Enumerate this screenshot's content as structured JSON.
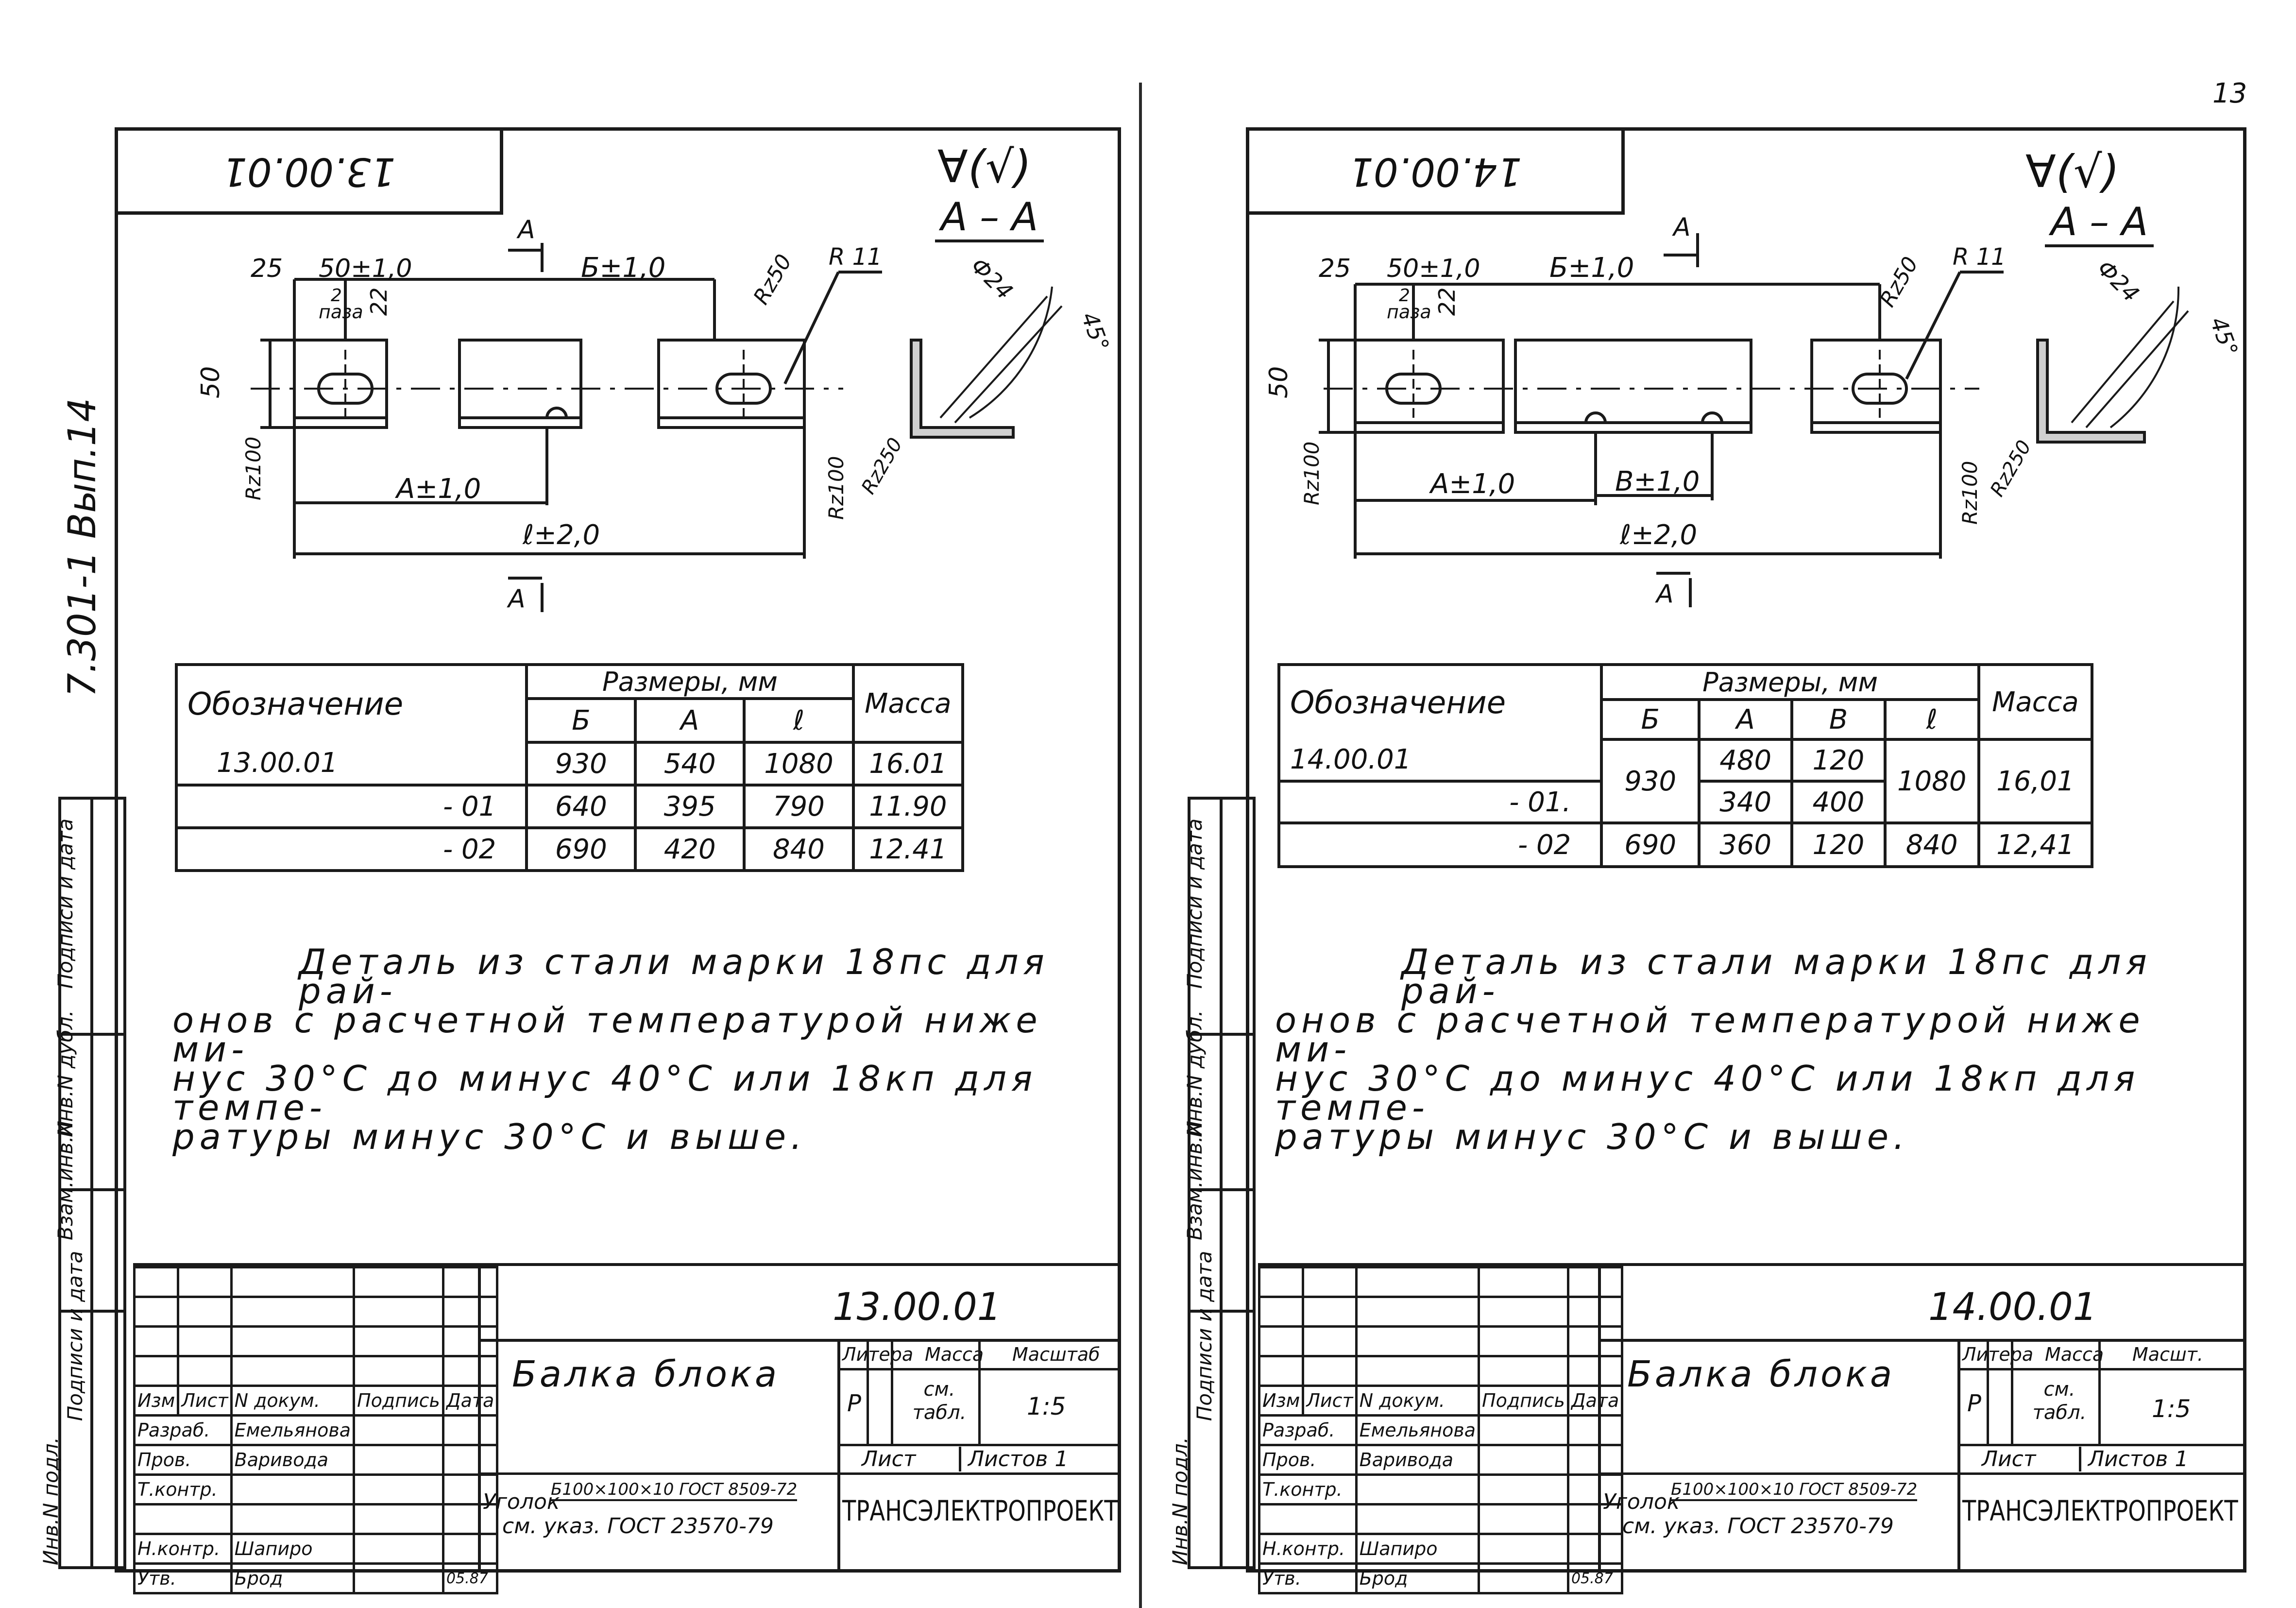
{
  "page_number": "13",
  "series_label": "7.301-1 Вып.14",
  "side_stamp": [
    "Подписи и дата",
    "Инв.N дубл.",
    "Взам.инв.N",
    "Подписи и дата",
    "Инв.N подл."
  ],
  "left": {
    "code_flipped": "13.00.01",
    "roughness": "∀(√)",
    "section": "А – А",
    "dims": {
      "d25": "25",
      "slot_pitch": "50±1,0",
      "half": "2",
      "paza": "паза",
      "d22": "22",
      "B": "Б±1,0",
      "rz50": "Rz50",
      "r11": "R 11",
      "d50": "50",
      "phi24": "Ф24",
      "deg45": "45°",
      "rz100a": "Rz100",
      "rz100b": "Rz100",
      "rz250": "Rz250",
      "A": "А±1,0",
      "L": "ℓ±2,0",
      "secA": "А",
      "secA2": "А"
    },
    "table": {
      "headers": [
        "Обозначение",
        "Размеры, мм",
        "Масса"
      ],
      "sub_headers": [
        "Б",
        "А",
        "ℓ"
      ],
      "rows": [
        {
          "name": "13.00.01",
          "b": "930",
          "a": "540",
          "l": "1080",
          "m": "16.01"
        },
        {
          "name": "- 01",
          "b": "640",
          "a": "395",
          "l": "790",
          "m": "11.90"
        },
        {
          "name": "- 02",
          "b": "690",
          "a": "420",
          "l": "840",
          "m": "12.41"
        }
      ]
    },
    "note": [
      "Деталь из стали марки 18пс для рай-",
      "онов с расчетной температурой ниже ми-",
      "нус 30°С до минус 40°С или 18кп для темпе-",
      "ратуры минус 30°С и выше."
    ],
    "title_block": {
      "code": "13.00.01",
      "name": "Балка блока",
      "columns": [
        "Изм",
        "Лист",
        "N докум.",
        "Подпись",
        "Дата"
      ],
      "people": [
        {
          "role": "Разраб.",
          "name": "Емельянова"
        },
        {
          "role": "Пров.",
          "name": "Варивода"
        },
        {
          "role": "Т.контр.",
          "name": ""
        },
        {
          "role": "",
          "name": ""
        },
        {
          "role": "Н.контр.",
          "name": "Шапиро"
        },
        {
          "role": "Утв.",
          "name": "Брод",
          "date": "05.87"
        }
      ],
      "litera": "Литера",
      "mass": "Масса",
      "scale": "Масштаб",
      "litera_val": "Р",
      "mass_val": "см. табл.",
      "scale_val": "1:5",
      "sheet": "Лист",
      "sheets": "Листов 1",
      "material_line1": "Уголок",
      "material_frac": "Б100×100×10 ГОСТ 8509-72",
      "material_line2": "см. указ. ГОСТ 23570-79",
      "org": "ТРАНСЭЛЕКТРОПРОЕКТ"
    }
  },
  "right": {
    "code_flipped": "14.00.01",
    "roughness": "∀(√)",
    "section": "А – А",
    "dims": {
      "d25": "25",
      "slot_pitch": "50±1,0",
      "half": "2",
      "paza": "паза",
      "d22": "22",
      "B": "Б±1,0",
      "rz50": "Rz50",
      "r11": "R 11",
      "d50": "50",
      "phi24": "Ф24",
      "deg45": "45°",
      "rz100a": "Rz100",
      "rz100b": "Rz100",
      "rz250": "Rz250",
      "A": "А±1,0",
      "V": "В±1,0",
      "L": "ℓ±2,0",
      "secA": "А",
      "secA2": "А"
    },
    "table": {
      "headers": [
        "Обозначение",
        "Размеры, мм",
        "Масса"
      ],
      "sub_headers": [
        "Б",
        "А",
        "В",
        "ℓ"
      ],
      "rows": [
        {
          "name": "14.00.01",
          "a": "480",
          "v": "120"
        },
        {
          "name": "- 01.",
          "a": "340",
          "v": "400"
        },
        {
          "name": "- 02",
          "b": "690",
          "a": "360",
          "v": "120",
          "l": "840",
          "m": "12,41"
        }
      ],
      "merged_b": "930",
      "merged_l": "1080",
      "merged_m": "16,01"
    },
    "note": [
      "Деталь из стали марки 18пс для рай-",
      "онов с расчетной температурой ниже ми-",
      "нус 30°С до минус 40°С или 18кп для темпе-",
      "ратуры минус 30°С и выше."
    ],
    "title_block": {
      "code": "14.00.01",
      "name": "Балка блока",
      "columns": [
        "Изм",
        "Лист",
        "N докум.",
        "Подпись",
        "Дата"
      ],
      "people": [
        {
          "role": "Разраб.",
          "name": "Емельянова"
        },
        {
          "role": "Пров.",
          "name": "Варивода"
        },
        {
          "role": "Т.контр.",
          "name": ""
        },
        {
          "role": "",
          "name": ""
        },
        {
          "role": "Н.контр.",
          "name": "Шапиро"
        },
        {
          "role": "Утв.",
          "name": "Брод",
          "date": "05.87"
        }
      ],
      "litera": "Литера",
      "mass": "Масса",
      "scale": "Масшт.",
      "litera_val": "Р",
      "mass_val": "см. табл.",
      "scale_val": "1:5",
      "sheet": "Лист",
      "sheets": "Листов 1",
      "material_line1": "Уголок",
      "material_frac": "Б100×100×10 ГОСТ 8509-72",
      "material_line2": "см. указ. ГОСТ 23570-79",
      "org": "ТРАНСЭЛЕКТРОПРОЕКТ"
    }
  }
}
